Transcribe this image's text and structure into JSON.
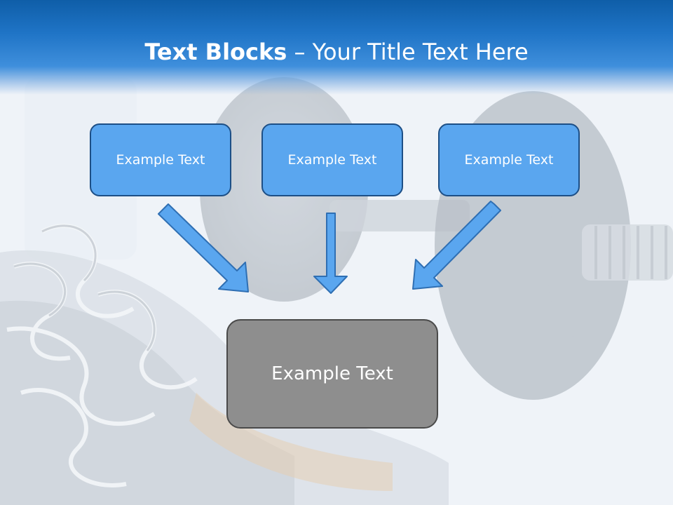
{
  "title": {
    "bold": "Text Blocks",
    "dash": " – ",
    "rest": "Your Title Text Here"
  },
  "blocks": [
    {
      "label": "Example Text"
    },
    {
      "label": "Example Text"
    },
    {
      "label": "Example Text"
    }
  ],
  "result_block": {
    "label": "Example Text"
  },
  "colors": {
    "title_bar": "#1f74c6",
    "block_fill": "#5aa6ef",
    "block_border": "#1d4f86",
    "result_fill": "#8e8e8e",
    "arrow_fill": "#5aa6ef",
    "arrow_stroke": "#2f6fb3"
  },
  "background": {
    "icon": "dumbbell-and-sneaker-photo"
  }
}
